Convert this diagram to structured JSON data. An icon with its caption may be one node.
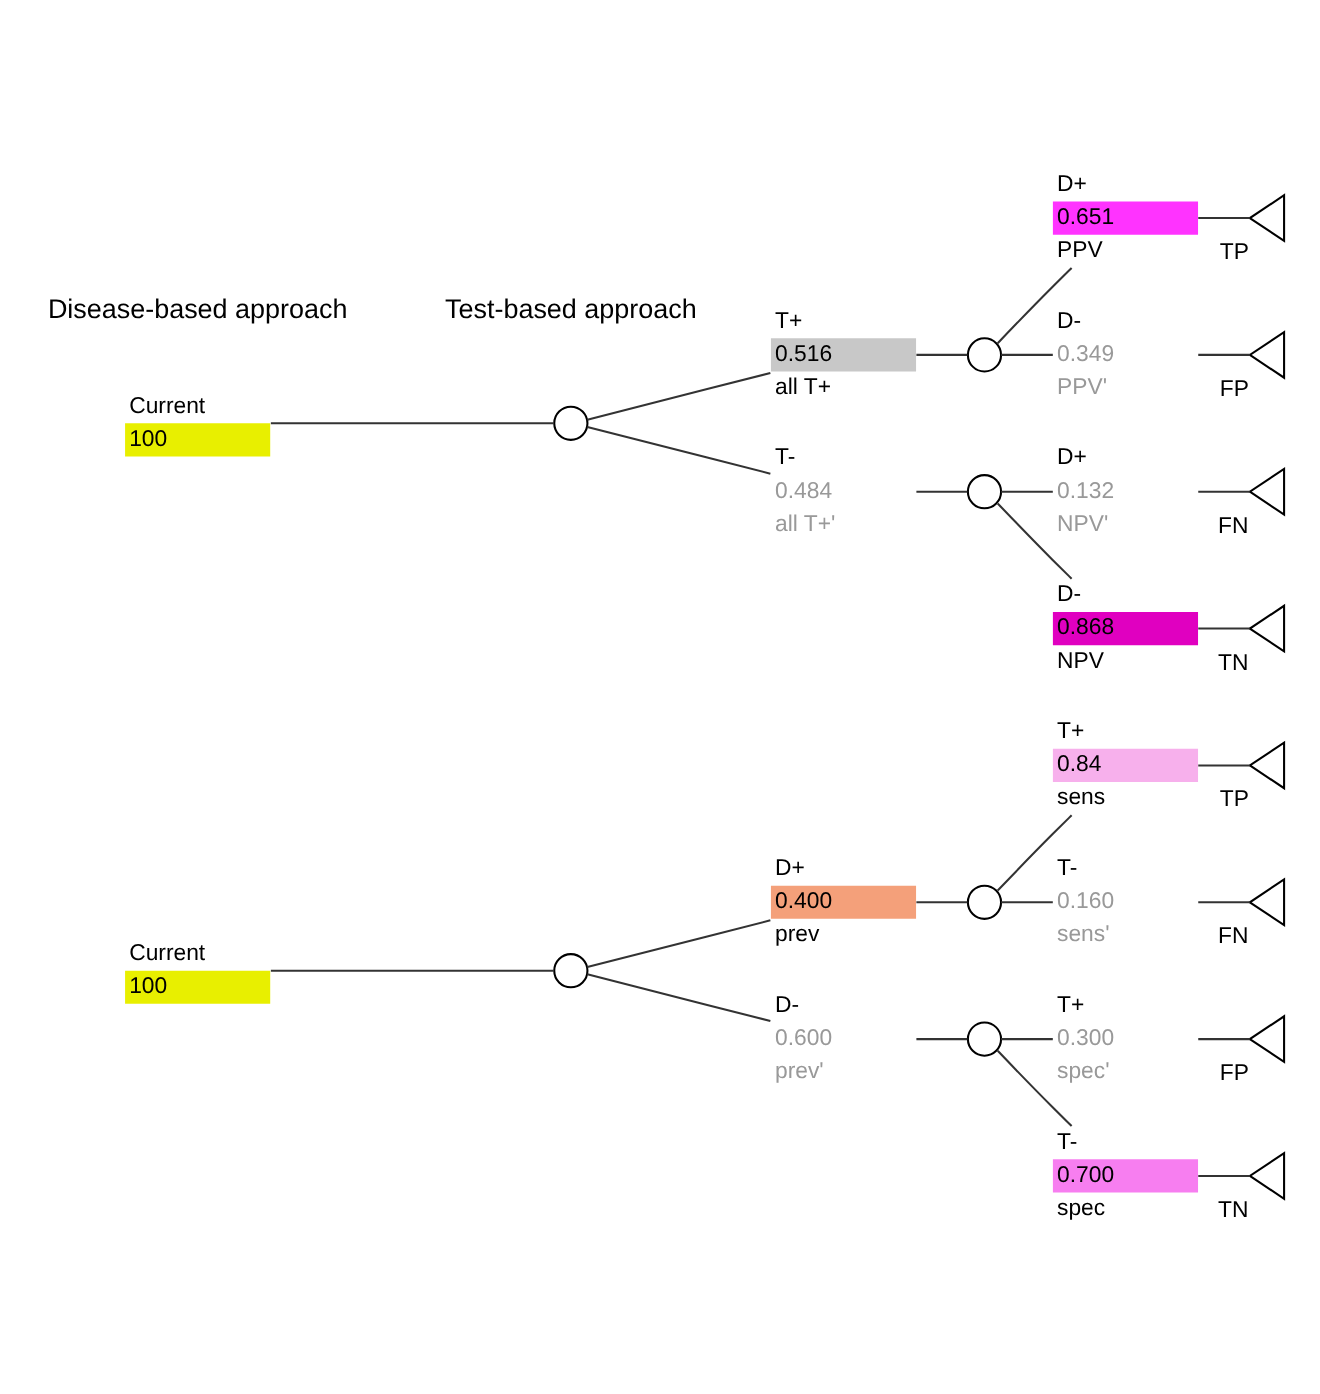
{
  "diagram": {
    "nodes": [
      {
        "text": [
          "Current",
          "100"
        ]
      },
      {
        "text": [],
        "shape": "circle"
      },
      {
        "text": [
          "D+",
          "0.400",
          "prev"
        ]
      },
      {
        "text": [],
        "shape": "circle"
      },
      {
        "text": [
          "T+",
          "0.84",
          "sens"
        ]
      },
      {
        "text": [],
        "shape": "triangle",
        "beside": [
          "TP"
        ]
      },
      {
        "text": [
          "T-",
          "0.160",
          "sens'"
        ]
      },
      {
        "text": [],
        "shape": "triangle",
        "beside": [
          "FN"
        ]
      },
      {
        "text": [
          "D-",
          "0.600",
          "prev'"
        ]
      },
      {
        "text": [],
        "shape": "circle"
      },
      {
        "text": [
          "T+",
          "0.300",
          "spec'"
        ]
      },
      {
        "text": [],
        "shape": "triangle",
        "beside": [
          "FP"
        ]
      },
      {
        "text": [
          "T-",
          "0.700",
          "spec"
        ]
      },
      {
        "text": [],
        "shape": "triangle",
        "beside": [
          "TN"
        ]
      },
      {
        "text": [
          "Current",
          "100"
        ]
      },
      {
        "text": [],
        "shape": "circle"
      },
      {
        "text": [
          "T+",
          "0.516",
          "all T+"
        ]
      },
      {
        "text": [],
        "shape": "circle"
      },
      {
        "text": [
          "D+",
          "0.651",
          "PPV"
        ]
      },
      {
        "text": [],
        "shape": "triangle",
        "beside": [
          "TP"
        ]
      },
      {
        "text": [
          "D-",
          "0.349",
          "PPV'"
        ]
      },
      {
        "text": [],
        "shape": "triangle",
        "beside": [
          "FP"
        ]
      },
      {
        "text": [
          "T-",
          "0.484",
          "all T+'"
        ]
      },
      {
        "text": [],
        "shape": "circle"
      },
      {
        "text": [
          "D+",
          "0.132",
          "NPV'"
        ]
      },
      {
        "text": [],
        "shape": "triangle",
        "beside": [
          "FN"
        ]
      },
      {
        "text": [
          "D-",
          "0.868",
          "NPV"
        ]
      },
      {
        "text": [],
        "shape": "triangle",
        "beside": [
          "TN"
        ]
      }
    ],
    "edges": [
      {
        "from": 0,
        "to": 1,
        "arrow": "none"
      },
      {
        "from": 1,
        "to": 2,
        "arrow": "none"
      },
      {
        "from": 2,
        "to": 3,
        "arrow": "none"
      },
      {
        "from": 3,
        "to": 4,
        "arrow": "none"
      },
      {
        "from": 4,
        "to": 5,
        "arrow": "none"
      },
      {
        "from": 3,
        "to": 6,
        "arrow": "none"
      },
      {
        "from": 6,
        "to": 7,
        "arrow": "none"
      },
      {
        "from": 1,
        "to": 8,
        "arrow": "none"
      },
      {
        "from": 8,
        "to": 9,
        "arrow": "none"
      },
      {
        "from": 9,
        "to": 10,
        "arrow": "none"
      },
      {
        "from": 10,
        "to": 11,
        "arrow": "none"
      },
      {
        "from": 9,
        "to": 12,
        "arrow": "none"
      },
      {
        "from": 12,
        "to": 13,
        "arrow": "none"
      },
      {
        "from": 14,
        "to": 15,
        "arrow": "none"
      },
      {
        "from": 15,
        "to": 16,
        "arrow": "none"
      },
      {
        "from": 16,
        "to": 17,
        "arrow": "none"
      },
      {
        "from": 17,
        "to": 18,
        "arrow": "none"
      },
      {
        "from": 18,
        "to": 19,
        "arrow": "none"
      },
      {
        "from": 17,
        "to": 20,
        "arrow": "none"
      },
      {
        "from": 20,
        "to": 21,
        "arrow": "none"
      },
      {
        "from": 15,
        "to": 22,
        "arrow": "none"
      },
      {
        "from": 22,
        "to": 23,
        "arrow": "none"
      },
      {
        "from": 23,
        "to": 24,
        "arrow": "none"
      },
      {
        "from": 24,
        "to": 25,
        "arrow": "none"
      },
      {
        "from": 23,
        "to": 26,
        "arrow": "none"
      },
      {
        "from": 26,
        "to": 27,
        "arrow": "none"
      }
    ],
    "labels": [
      "Disease-based approach",
      "Test-based approach"
    ]
  }
}
